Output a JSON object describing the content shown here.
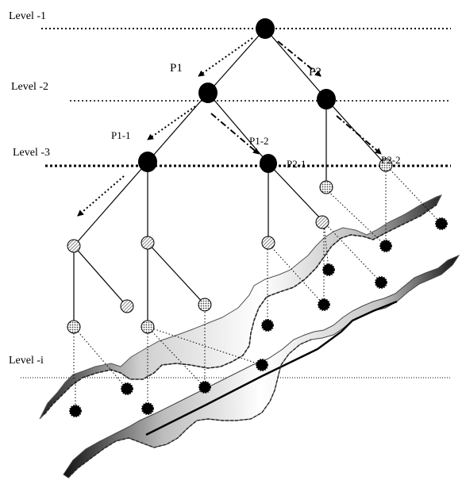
{
  "levels": {
    "level1": "Level -1",
    "level2": "Level -2",
    "level3": "Level -3",
    "leveli": "Level -i"
  },
  "nodes": {
    "p1": "P1",
    "p2": "P2",
    "p1_1": "P1-1",
    "p1_2": "P1-2",
    "p2_1": "P2-1",
    "p2_2": "P2-2"
  }
}
